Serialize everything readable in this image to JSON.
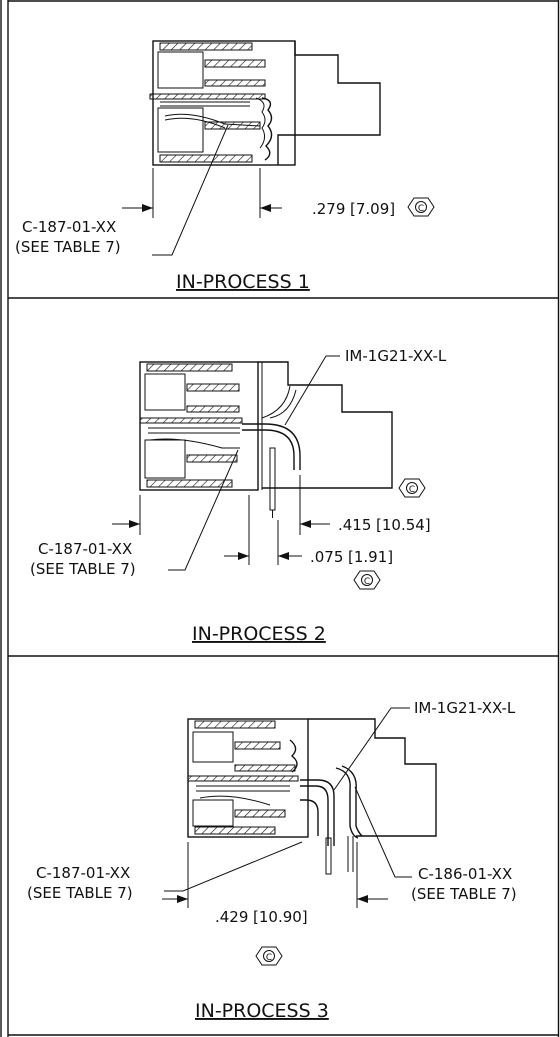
{
  "panels": [
    {
      "title": "IN-PROCESS 1",
      "callouts": [
        {
          "line1": "C-187-01-XX",
          "line2": "(SEE TABLE 7)"
        }
      ],
      "dimensions": [
        {
          "value": ".279",
          "metric": "[7.09]"
        }
      ]
    },
    {
      "title": "IN-PROCESS 2",
      "callouts": [
        {
          "line1": "IM-1G21-XX-L"
        },
        {
          "line1": "C-187-01-XX",
          "line2": "(SEE TABLE 7)"
        }
      ],
      "dimensions": [
        {
          "value": ".415",
          "metric": "[10.54]"
        },
        {
          "value": ".075",
          "metric": "[1.91]"
        }
      ]
    },
    {
      "title": "IN-PROCESS 3",
      "callouts": [
        {
          "line1": "IM-1G21-XX-L"
        },
        {
          "line1": "C-187-01-XX",
          "line2": "(SEE TABLE 7)"
        },
        {
          "line1": "C-186-01-XX",
          "line2": "(SEE TABLE 7)"
        }
      ],
      "dimensions": [
        {
          "value": ".429",
          "metric": "[10.90]"
        }
      ]
    }
  ],
  "symbol": "C"
}
